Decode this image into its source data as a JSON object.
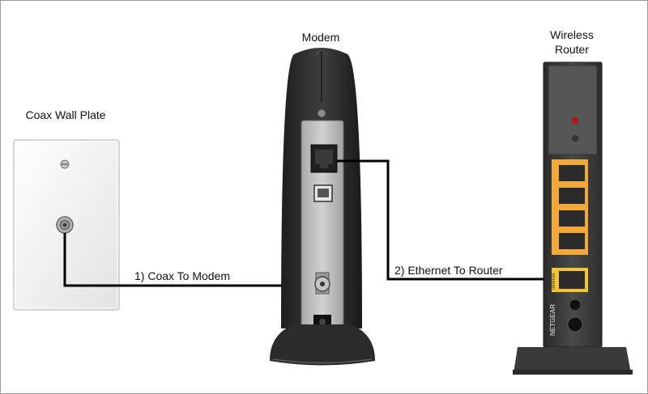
{
  "devices": {
    "wall_plate": {
      "label": "Coax Wall Plate"
    },
    "modem": {
      "label": "Modem"
    },
    "router": {
      "label_line1": "Wireless",
      "label_line2": "Router",
      "brand": "NETGEAR",
      "port_label": "Internet"
    }
  },
  "connections": [
    {
      "label": "1) Coax To Modem"
    },
    {
      "label": "2) Ethernet To Router"
    }
  ],
  "colors": {
    "cable": "#000000",
    "router_lan_ports": "#f2a93b",
    "router_internet_port": "#f3c531",
    "plate": "#f3f3f1",
    "modem_body": "#2a2a2a",
    "modem_panel": "#bdbdbd",
    "router_body": "#3a3a3a"
  }
}
